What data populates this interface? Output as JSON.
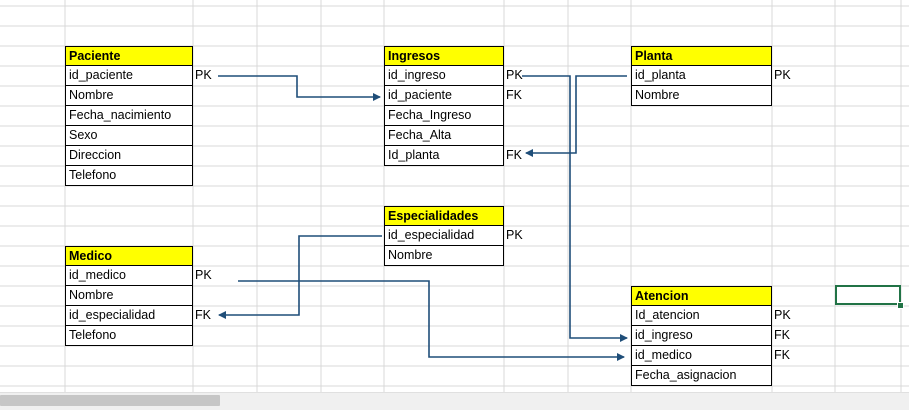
{
  "tables": {
    "paciente": {
      "title": "Paciente",
      "rows": [
        {
          "field": "id_paciente",
          "key": "PK"
        },
        {
          "field": "Nombre",
          "key": ""
        },
        {
          "field": "Fecha_nacimiento",
          "key": ""
        },
        {
          "field": "Sexo",
          "key": ""
        },
        {
          "field": "Direccion",
          "key": ""
        },
        {
          "field": "Telefono",
          "key": ""
        }
      ]
    },
    "ingresos": {
      "title": "Ingresos",
      "rows": [
        {
          "field": "id_ingreso",
          "key": "PK"
        },
        {
          "field": "id_paciente",
          "key": "FK"
        },
        {
          "field": "Fecha_Ingreso",
          "key": ""
        },
        {
          "field": "Fecha_Alta",
          "key": ""
        },
        {
          "field": "Id_planta",
          "key": "FK"
        }
      ]
    },
    "planta": {
      "title": "Planta",
      "rows": [
        {
          "field": "id_planta",
          "key": "PK"
        },
        {
          "field": "Nombre",
          "key": ""
        }
      ]
    },
    "especialidades": {
      "title": "Especialidades",
      "rows": [
        {
          "field": "id_especialidad",
          "key": "PK"
        },
        {
          "field": "Nombre",
          "key": ""
        }
      ]
    },
    "medico": {
      "title": "Medico",
      "rows": [
        {
          "field": "id_medico",
          "key": "PK"
        },
        {
          "field": "Nombre",
          "key": ""
        },
        {
          "field": "id_especialidad",
          "key": "FK"
        },
        {
          "field": "Telefono",
          "key": ""
        }
      ]
    },
    "atencion": {
      "title": "Atencion",
      "rows": [
        {
          "field": "Id_atencion",
          "key": "PK"
        },
        {
          "field": "id_ingreso",
          "key": "FK"
        },
        {
          "field": "id_medico",
          "key": "FK"
        },
        {
          "field": "Fecha_asignacion",
          "key": ""
        }
      ]
    }
  },
  "colors": {
    "header_fill": "#ffff00",
    "arrow": "#1f4e79",
    "gridline": "#d9d9d9",
    "selection": "#217346"
  }
}
